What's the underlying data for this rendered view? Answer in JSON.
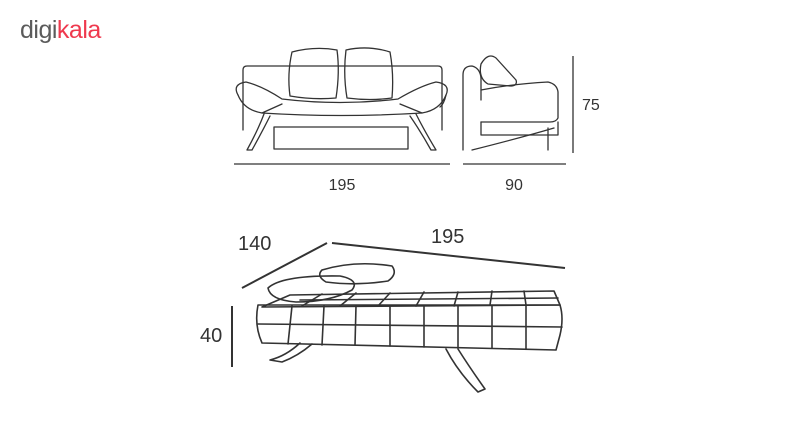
{
  "brand": {
    "part1": "digi",
    "part2": "kala",
    "color_gray": "#5b5b5b",
    "color_red": "#ef394e"
  },
  "dimensions": {
    "front_width": "195",
    "side_depth": "90",
    "side_height": "75",
    "bed_depth": "140",
    "bed_length": "195",
    "bed_height": "40"
  }
}
